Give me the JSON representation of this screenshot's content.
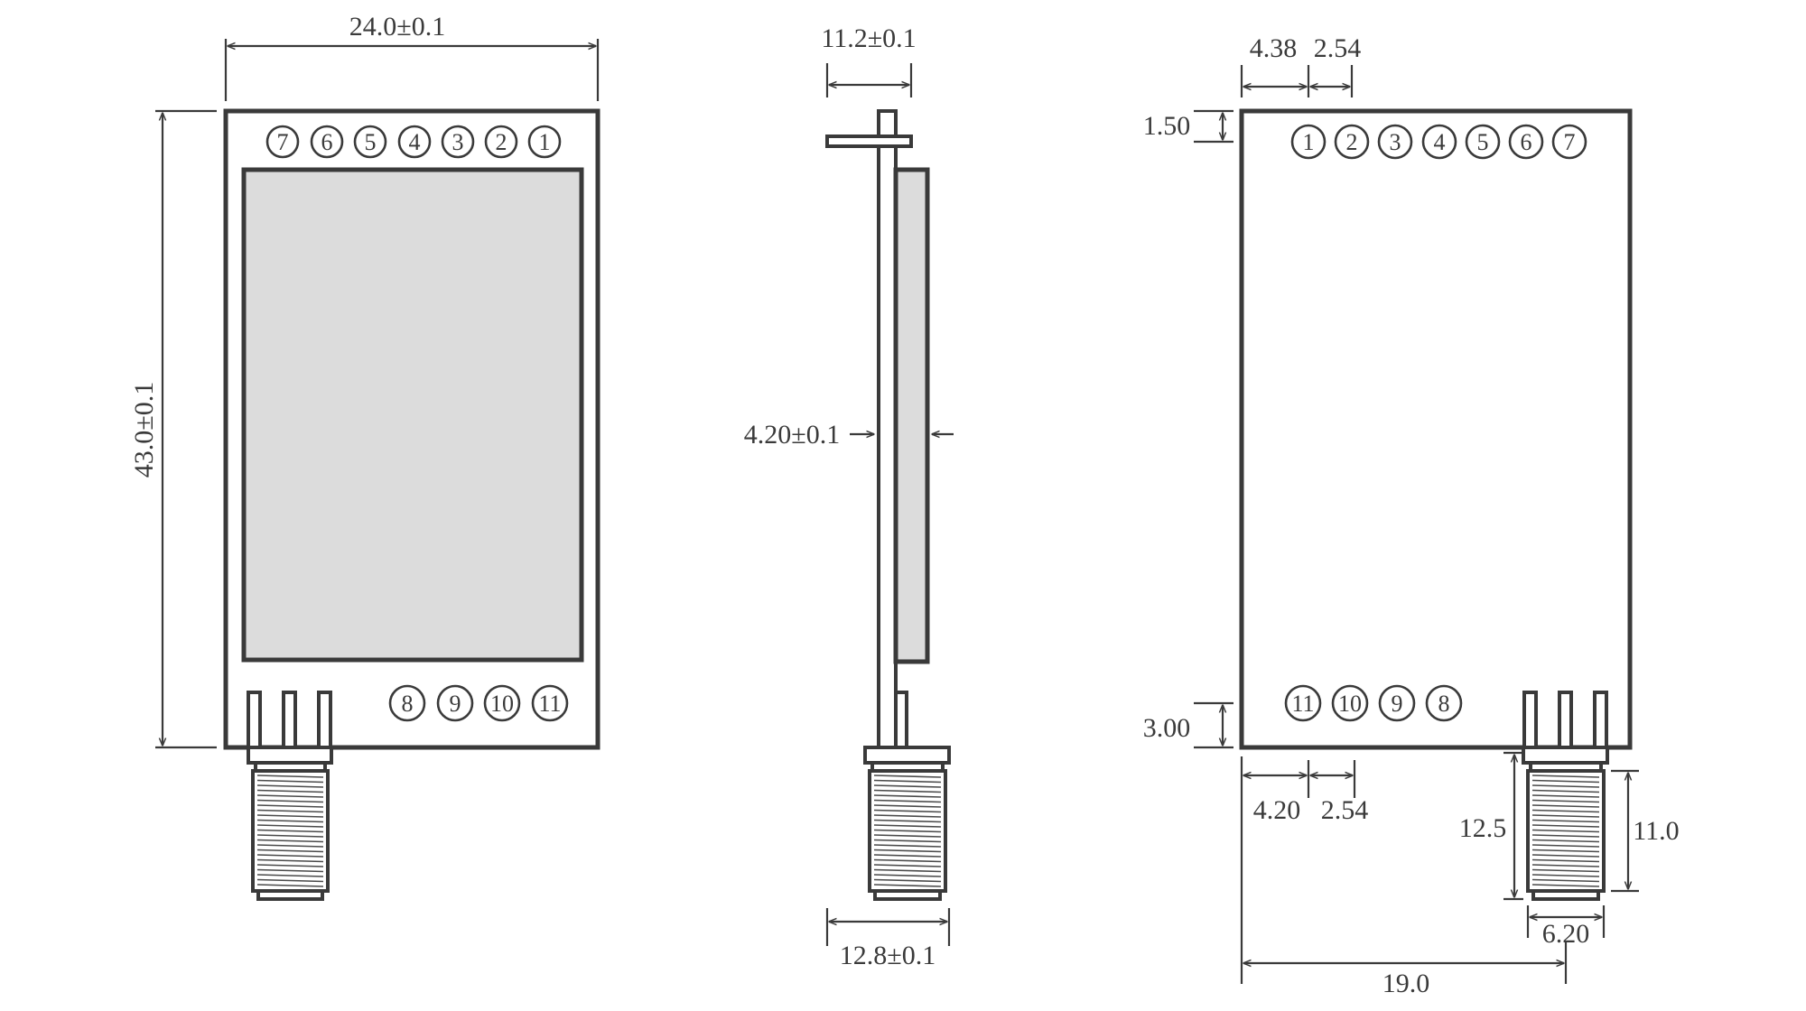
{
  "front_view": {
    "width_label": "24.0±0.1",
    "height_label": "43.0±0.1",
    "top_pins": [
      "7",
      "6",
      "5",
      "4",
      "3",
      "2",
      "1"
    ],
    "bottom_pins": [
      "8",
      "9",
      "10",
      "11"
    ]
  },
  "side_view": {
    "top_width_label": "11.2±0.1",
    "thickness_label": "4.20±0.1",
    "bottom_width_label": "12.8±0.1"
  },
  "back_view": {
    "pin1_offset_label": "4.38",
    "pin_pitch_top_label": "2.54",
    "top_margin_label": "1.50",
    "bottom_margin_label": "3.00",
    "pin11_offset_label": "4.20",
    "pin_pitch_bottom_label": "2.54",
    "connector_height_label": "12.5",
    "thread_length_label": "11.0",
    "connector_width_label": "6.20",
    "connector_offset_label": "19.0",
    "top_pins": [
      "1",
      "2",
      "3",
      "4",
      "5",
      "6",
      "7"
    ],
    "bottom_pins": [
      "11",
      "10",
      "9",
      "8"
    ]
  }
}
